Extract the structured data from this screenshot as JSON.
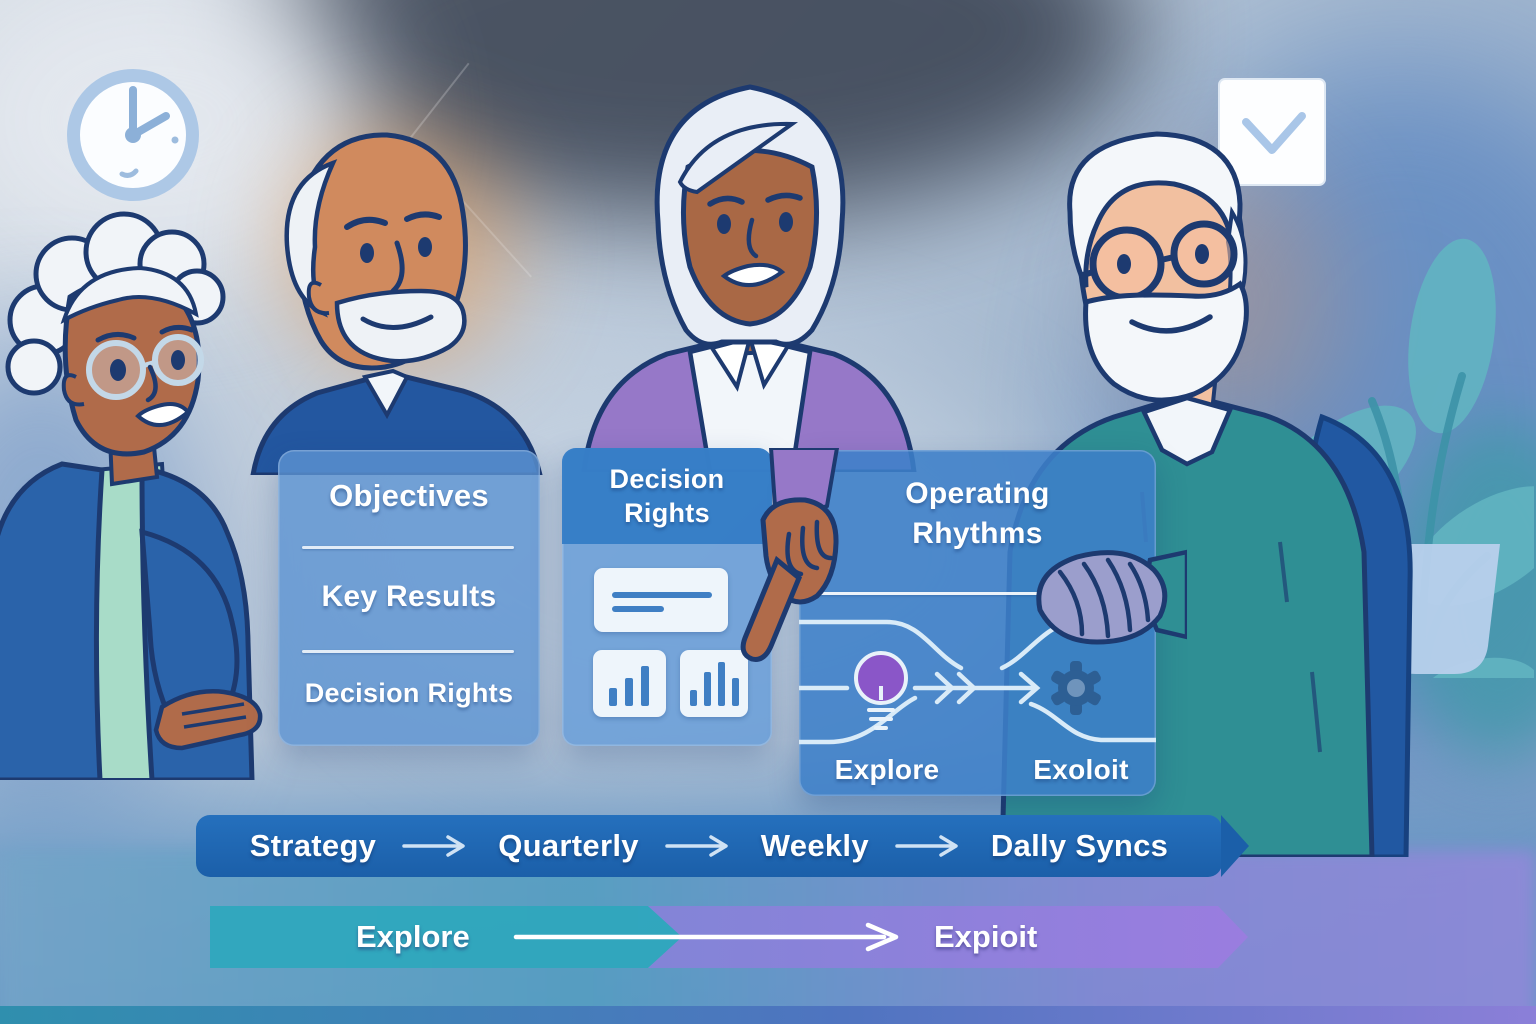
{
  "cards": {
    "okr": {
      "items": [
        "Objectives",
        "Key Results",
        "Decision Rights"
      ]
    },
    "decision_rights": {
      "title_line1": "Decision",
      "title_line2": "Rights"
    },
    "operating_rhythms": {
      "title_line1": "Operating",
      "title_line2": "Rhythms",
      "explore_label": "Explore",
      "exploit_label": "Exoloit"
    }
  },
  "banners": {
    "cadence": {
      "items": [
        "Strategy",
        "Quarterly",
        "Weekly",
        "Dally Syncs"
      ]
    },
    "explore_exploit": {
      "left_label": "Explore",
      "right_label": "Expioit"
    }
  },
  "icons": {
    "clock": "clock-icon",
    "checkmark_box": "checkmark-box-icon",
    "document": "document-icon",
    "bar_chart_small": "bar-chart-icon",
    "bar_chart_tall": "bar-chart-icon",
    "lightbulb": "lightbulb-icon",
    "gear": "gear-icon",
    "flow_arrow": "arrow-right-icon"
  },
  "colors": {
    "card_blue": "#5590d2",
    "card_header_blue": "#347cc6",
    "cadence_banner_blue": "#1d66b2",
    "explore_teal": "#2ea7bd",
    "exploit_purple": "#8f7bdc",
    "bulb_purple": "#8a56c8",
    "gear_navy": "#2d5f94"
  }
}
